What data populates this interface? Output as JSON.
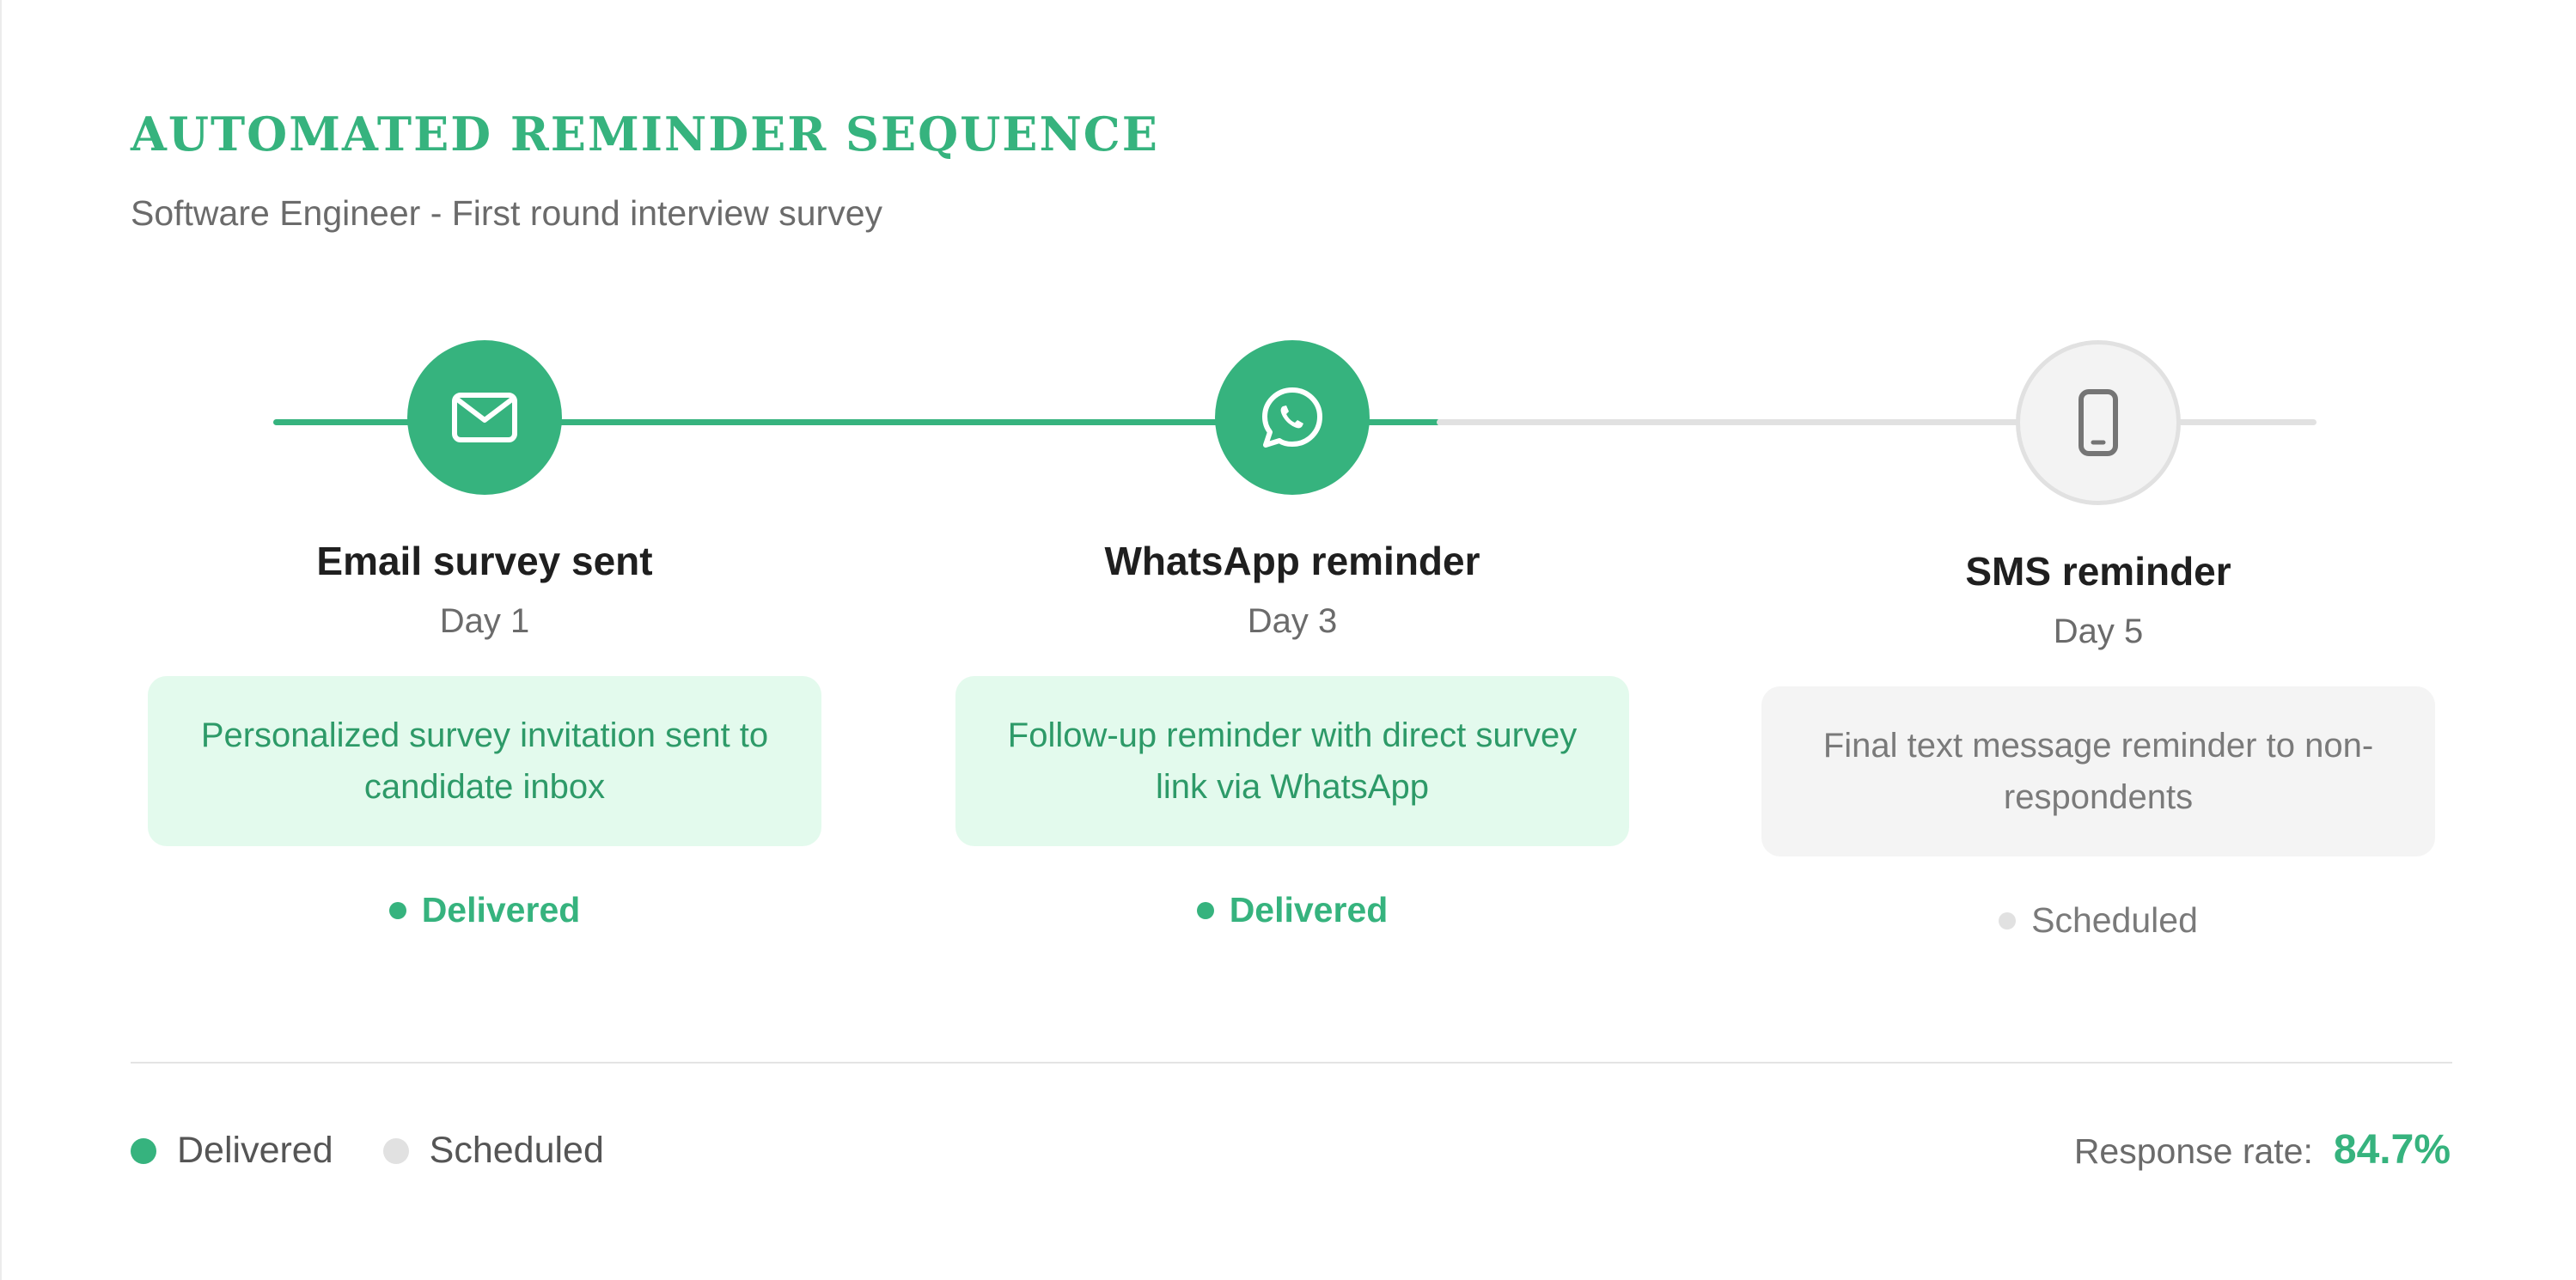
{
  "header": {
    "title": "AUTOMATED REMINDER SEQUENCE",
    "subtitle": "Software Engineer - First round interview survey"
  },
  "steps": [
    {
      "name": "Email survey sent",
      "day": "Day 1",
      "description": "Personalized survey invitation sent to candidate inbox",
      "status": "Delivered",
      "icon": "mail-icon"
    },
    {
      "name": "WhatsApp reminder",
      "day": "Day 3",
      "description": "Follow-up reminder with direct survey link via WhatsApp",
      "status": "Delivered",
      "icon": "whatsapp-icon"
    },
    {
      "name": "SMS reminder",
      "day": "Day 5",
      "description": "Final text message reminder to non-respondents",
      "status": "Scheduled",
      "icon": "mobile-phone-icon"
    }
  ],
  "legend": {
    "delivered": "Delivered",
    "scheduled": "Scheduled"
  },
  "footer": {
    "response_label": "Response rate:",
    "response_value": "84.7%"
  },
  "colors": {
    "accent": "#36b37e",
    "accent_light": "#e3faed",
    "pending": "#e1e1e1",
    "pending_card": "#f4f4f4",
    "muted_text": "#6b6b6b"
  }
}
